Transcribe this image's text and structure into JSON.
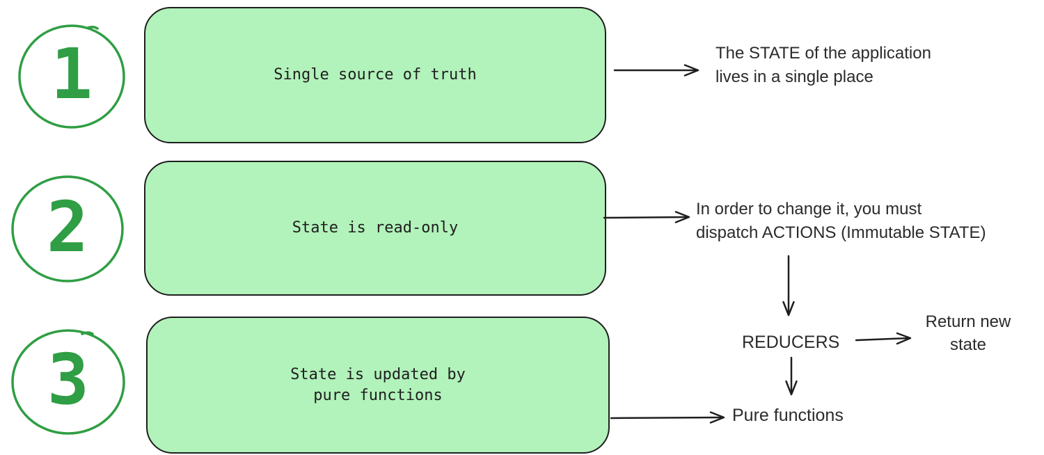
{
  "colors": {
    "box_fill": "#b2f2bb",
    "outline": "#1e1e1e",
    "accent_green": "#2f9e44",
    "annotation_text": "#2b2b2b"
  },
  "steps": [
    {
      "number": "1",
      "box_lines": [
        "Single source of truth"
      ]
    },
    {
      "number": "2",
      "box_lines": [
        "State is read-only"
      ]
    },
    {
      "number": "3",
      "box_lines": [
        "State is updated by",
        "pure functions"
      ]
    }
  ],
  "annotations": {
    "state_note": {
      "lines": [
        "The STATE of the application",
        "lives in a single place"
      ]
    },
    "actions_note": {
      "lines": [
        "In order to change it, you must",
        "dispatch ACTIONS (Immutable STATE)"
      ]
    },
    "reducers_label": "REDUCERS",
    "return_note": {
      "lines": [
        "Return new",
        "state"
      ]
    },
    "pure_functions_label": "Pure functions"
  }
}
